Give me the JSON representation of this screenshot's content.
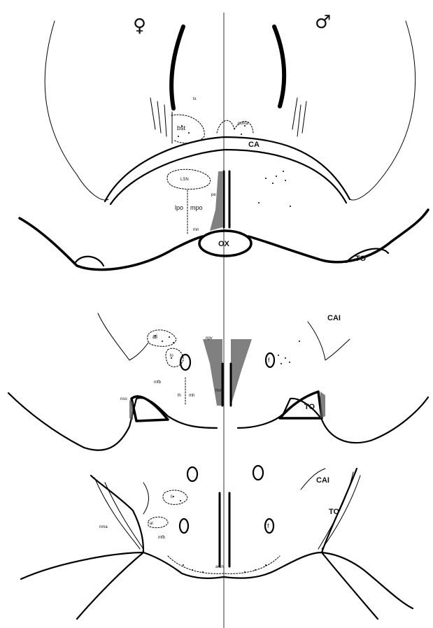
{
  "symbols": {
    "female": "♀",
    "male": "♂"
  },
  "section1": {
    "labels": {
      "tx": "tx",
      "bst": "bst",
      "poma": "poma",
      "ca": "CA",
      "lsn": "LSN",
      "lpo": "lpo",
      "mpo": "mpo",
      "pe": "pe",
      "mn": "mn",
      "ox": "OX",
      "to": "TO"
    }
  },
  "section2": {
    "labels": {
      "cai": "CAI",
      "ai": "ai",
      "lo": "lo",
      "f": "f",
      "mfb": "mfb",
      "lh": "lh",
      "mh": "mh",
      "npv": "npv",
      "hom": "hom",
      "nso": "nso",
      "to": "TO"
    }
  },
  "section3": {
    "labels": {
      "cai": "CAI",
      "li": "li",
      "al": "al",
      "mfb": "mfb",
      "nma": "nma",
      "f": "f",
      "to": "TO",
      "arcn": "arcn"
    }
  }
}
